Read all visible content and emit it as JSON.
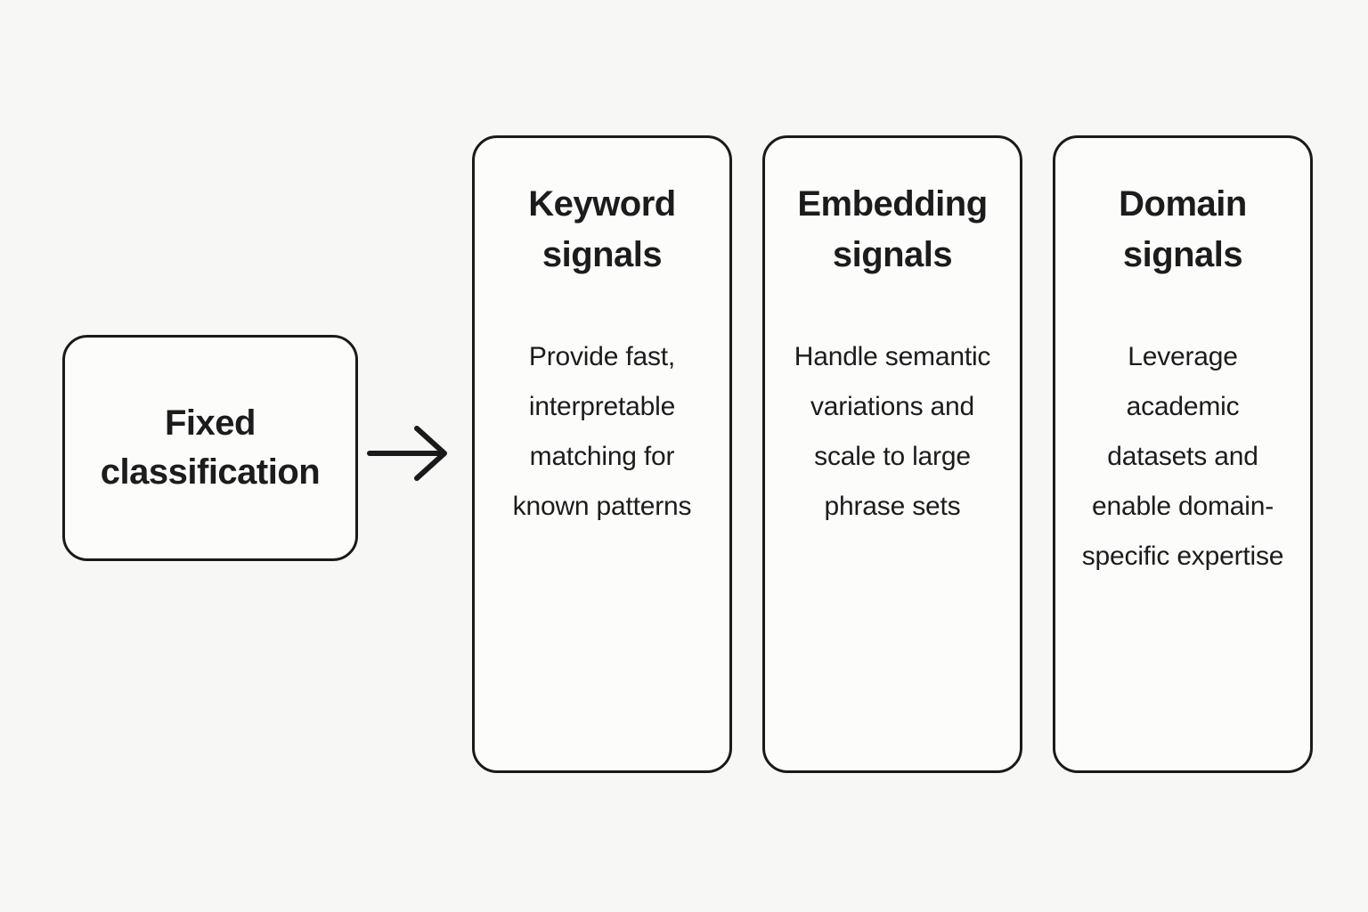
{
  "diagram": {
    "source_box": {
      "label": "Fixed classification"
    },
    "arrow": {
      "name": "right-arrow",
      "direction": "right"
    },
    "cards": [
      {
        "title": "Keyword signals",
        "body": "Provide fast, interpretable matching for known patterns"
      },
      {
        "title": "Embedding signals",
        "body": "Handle semantic variations and scale to large phrase sets"
      },
      {
        "title": "Domain signals",
        "body": "Leverage academic datasets and enable domain-specific expertise"
      }
    ],
    "colors": {
      "background": "#f7f7f5",
      "card_background": "#fcfcfb",
      "border": "#1a1a1a",
      "text": "#1c1c1c"
    }
  }
}
